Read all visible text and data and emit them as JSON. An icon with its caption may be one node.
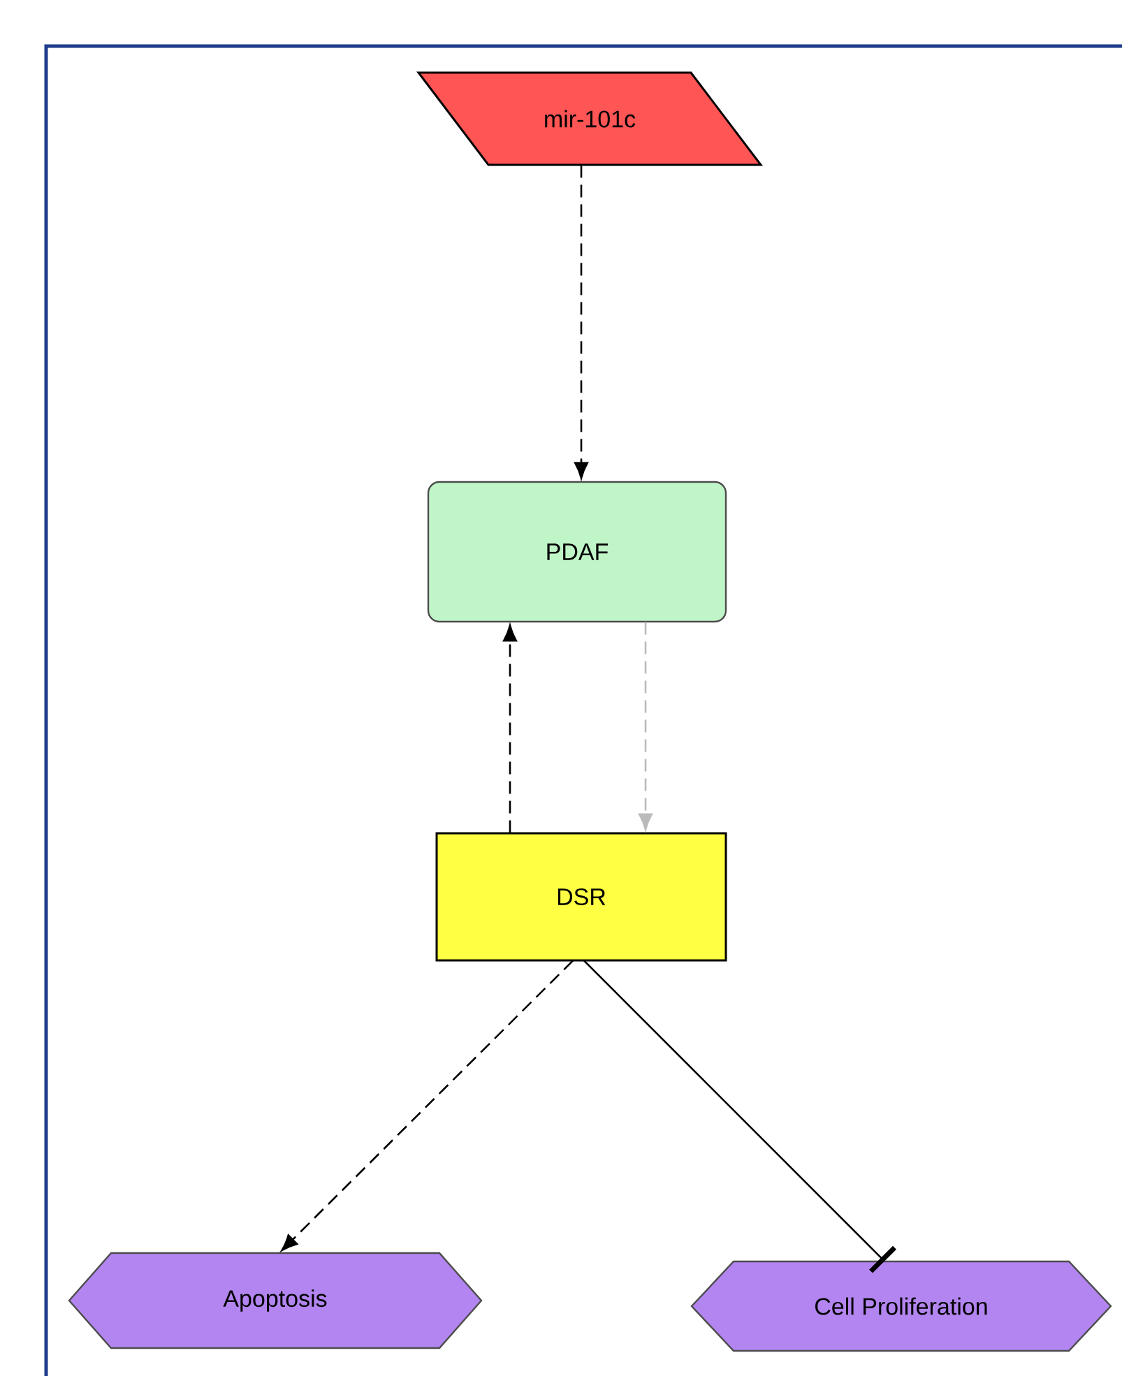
{
  "diagram": {
    "nodes": [
      {
        "text": [
          "mir-101c"
        ]
      },
      {
        "text": [
          "PDAF"
        ]
      },
      {
        "text": [
          "DSR"
        ]
      },
      {
        "text": [
          "Apoptosis"
        ]
      },
      {
        "text": [
          "Cell Proliferation"
        ]
      }
    ],
    "edges": [
      {
        "from": 0,
        "to": 1,
        "arrow": "to",
        "style": "dashed"
      },
      {
        "from": 2,
        "to": 1,
        "arrow": "to",
        "style": "dashed"
      },
      {
        "from": 1,
        "to": 2,
        "arrow": "to",
        "style": "dashed",
        "color": "#bbbbbb"
      },
      {
        "from": 2,
        "to": 3,
        "arrow": "to",
        "style": "dashed"
      },
      {
        "from": 2,
        "to": 4,
        "arrow": "other"
      }
    ]
  }
}
